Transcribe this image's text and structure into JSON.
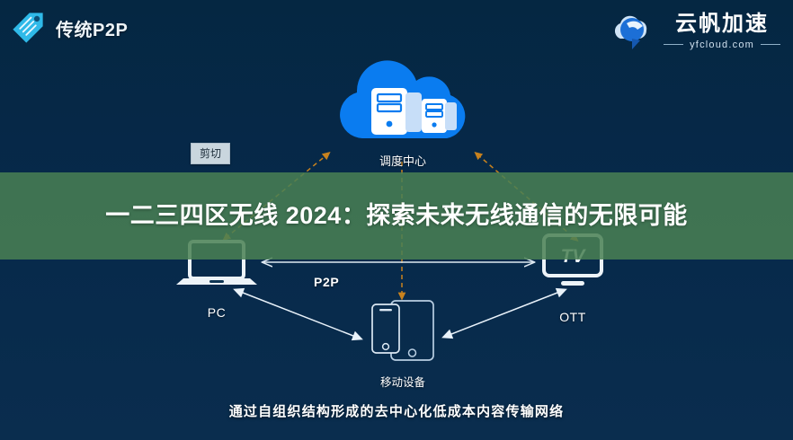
{
  "brand_left": {
    "icon": "price-tag-icon",
    "text": "传统P2P",
    "icon_color": "#2fb9e8"
  },
  "brand_right": {
    "icon": "cloud-swirl-icon",
    "name": "云帆加速",
    "domain": "yfcloud.com",
    "icon_color": "#1f7ae0"
  },
  "diagram": {
    "cloud": {
      "icon": "cloud-with-servers-icon",
      "label": "调度中心",
      "color": "#0a7cf0"
    },
    "pc": {
      "icon": "laptop-icon",
      "label": "PC"
    },
    "ott": {
      "icon": "tv-icon",
      "label": "OTT",
      "screen_text": "TV"
    },
    "mobile": {
      "icon": "phone-tablet-icon",
      "label": "移动设备"
    },
    "cut_badge": {
      "label": "剪切"
    },
    "p2p_link": {
      "label": "P2P"
    },
    "arrow_colors": {
      "scheduling": "#c8821e",
      "p2p": "#ffffff"
    }
  },
  "caption": "通过自组织结构形成的去中心化低成本内容传输网络",
  "overlay": {
    "title": "一二三四区无线 2024：探索未来无线通信的无限可能",
    "background": "#498054"
  }
}
